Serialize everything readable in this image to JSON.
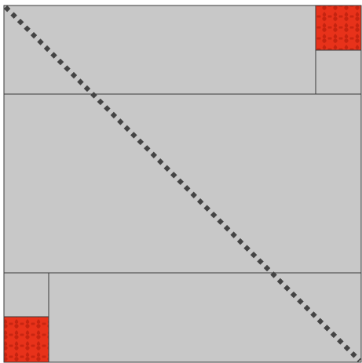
{
  "diagram": {
    "kind": "quilt-block-layout",
    "background_color": "#ffffff",
    "panel_fill_color": "#c8c8c8",
    "line_color": "#3a3a3a",
    "diagonal_color": "#444444",
    "diagonal_style": "dotted",
    "accent_square_color": "#e8321a",
    "accent_square_shadow_color": "#a81808",
    "accent_square_pattern": "damask",
    "accent_square_count": 2,
    "regions": [
      {
        "name": "top-band",
        "has_accent_square": true,
        "accent_corner": "top-right"
      },
      {
        "name": "middle-band",
        "has_accent_square": false
      },
      {
        "name": "bottom-band",
        "has_accent_square": true,
        "accent_corner": "bottom-left"
      }
    ]
  }
}
